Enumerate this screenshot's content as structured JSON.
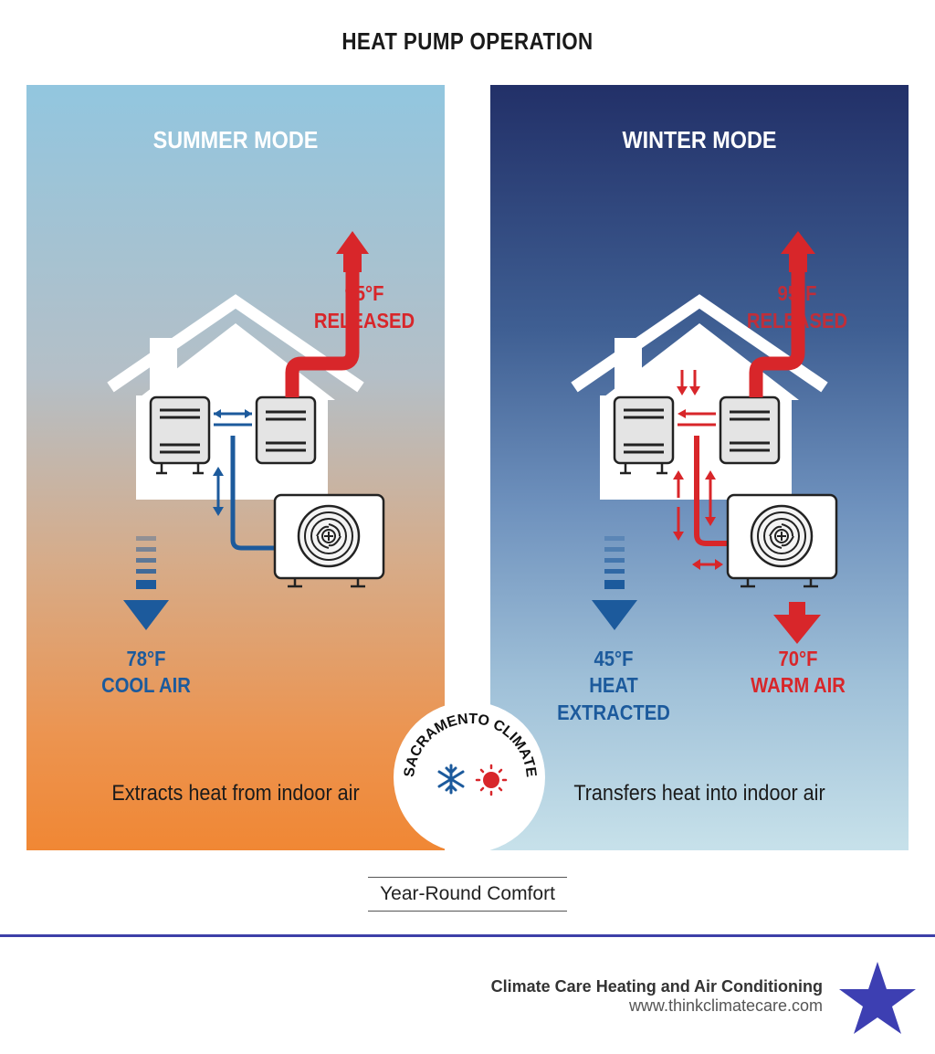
{
  "title": "HEAT PUMP OPERATION",
  "summer": {
    "heading": "SUMMER MODE",
    "released_temp": "95°F",
    "released_label": "RELEASED",
    "cool_temp": "78°F",
    "cool_label": "COOL AIR",
    "caption": "Extracts heat from indoor air"
  },
  "winter": {
    "heading": "WINTER MODE",
    "released_temp": "95°F",
    "released_label": "RELEASED",
    "extract_temp": "45°F",
    "extract_label": "HEAT EXTRACTED",
    "warm_temp": "70°F",
    "warm_label": "WARM AIR",
    "caption": "Transfers heat into indoor air"
  },
  "badge": {
    "text": "SACRAMENTO CLIMATE",
    "icons": [
      "snowflake-icon",
      "sun-icon"
    ]
  },
  "subtitle": "Year-Round Comfort",
  "footer": {
    "company": "Climate Care Heating and Air Conditioning",
    "website": "www.thinkclimatecare.com",
    "logo_icon": "star-icon"
  },
  "colors": {
    "cool_blue": "#1c5a9c",
    "heat_red": "#d8262a",
    "brand_indigo": "#3d3fa8"
  }
}
